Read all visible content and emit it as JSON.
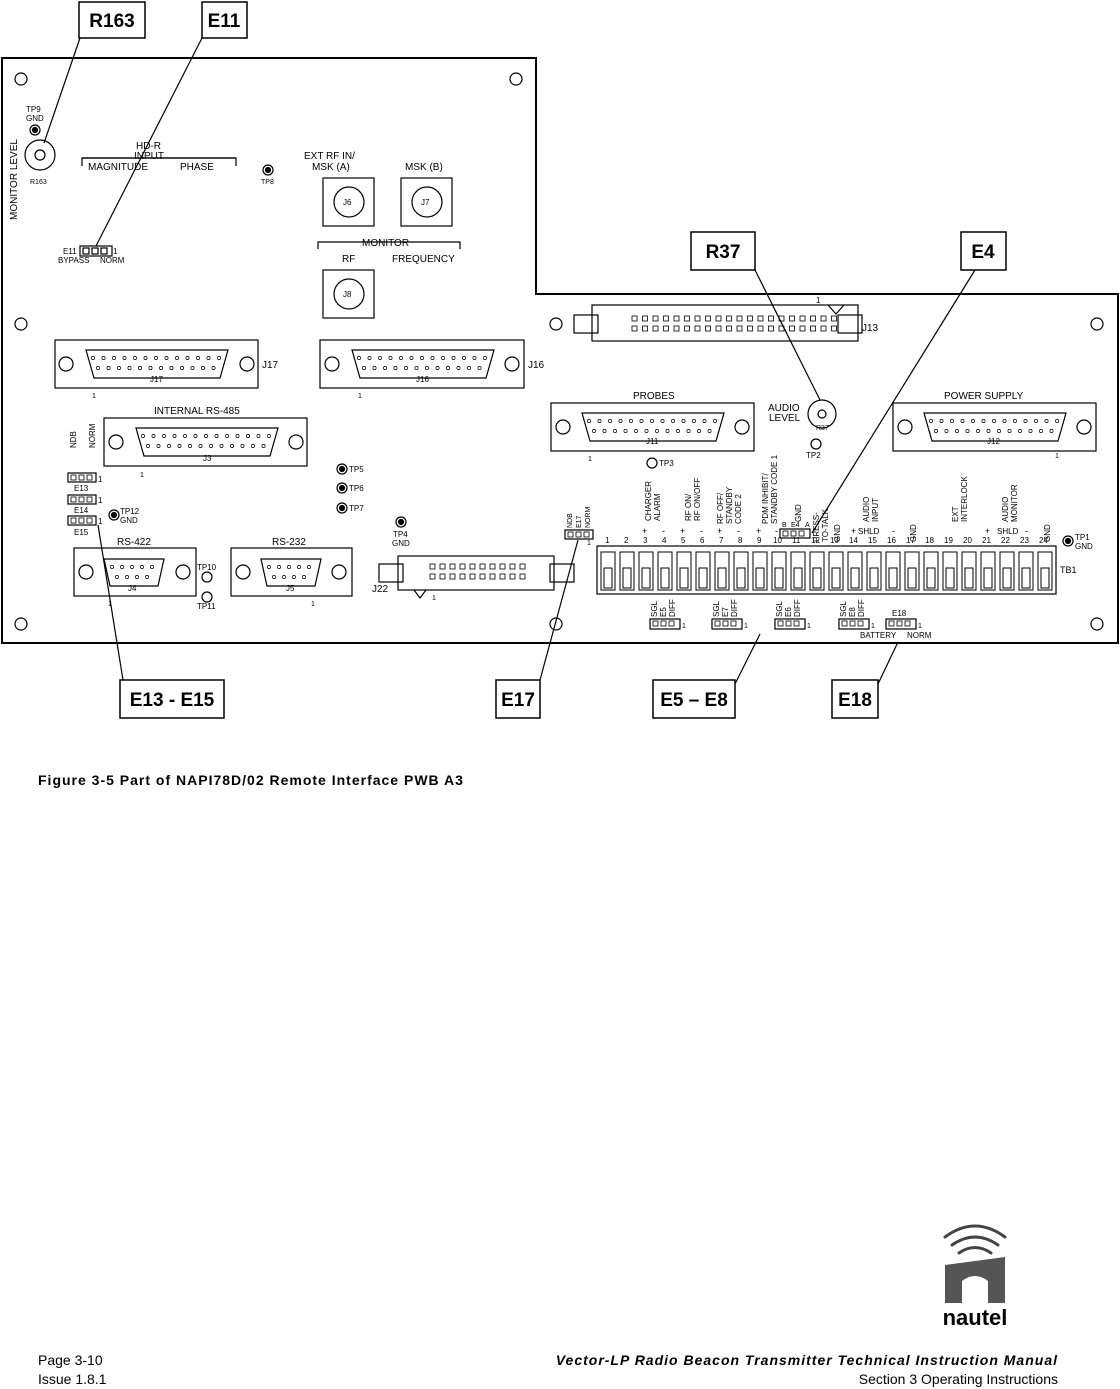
{
  "callouts": {
    "r163": "R163",
    "e11": "E11",
    "r37": "R37",
    "e4": "E4",
    "e13_e15": "E13 - E15",
    "e17": "E17",
    "e5_e8": "E5 – E8",
    "e18": "E18"
  },
  "board": {
    "monitor_level": "MONITOR LEVEL",
    "tp9": "TP9",
    "gnd": "GND",
    "r163": "R163",
    "hdr_input_1": "HD-R",
    "hdr_input_2": "INPUT",
    "magnitude": "MAGNITUDE",
    "phase": "PHASE",
    "tp8": "TP8",
    "ext_rf_1": "EXT RF IN/",
    "ext_rf_2": "MSK (A)",
    "msk_b": "MSK (B)",
    "j6": "J6",
    "j7": "J7",
    "j8": "J8",
    "monitor": "MONITOR",
    "rf": "RF",
    "frequency": "FREQUENCY",
    "e11": "E11",
    "bypass": "BYPASS",
    "norm": "NORM",
    "one": "1",
    "j13": "J13",
    "j17": "J17",
    "j16": "J16",
    "j3": "J3",
    "j4": "J4",
    "j5": "J5",
    "j11": "J11",
    "j12": "J12",
    "j22": "J22",
    "internal_rs485": "INTERNAL RS-485",
    "ndb": "NDB",
    "e13": "E13",
    "e14": "E14",
    "e15": "E15",
    "tp12": "TP12",
    "tp5": "TP5",
    "tp6": "TP6",
    "tp7": "TP7",
    "tp4": "TP4",
    "rs422": "RS-422",
    "rs232": "RS-232",
    "tp10": "TP10",
    "tp11": "TP11",
    "probes": "PROBES",
    "tp3": "TP3",
    "audio_1": "AUDIO",
    "audio_2": "LEVEL",
    "r37": "R37",
    "tp2": "TP2",
    "power_supply": "POWER SUPPLY",
    "e17": "E17",
    "tp1": "TP1",
    "tb1": "TB1",
    "charger_1": "CHARGER",
    "charger_2": "ALARM",
    "rfon_1": "RF ON/",
    "rfon_2": "RF ON/OFF",
    "rfoff_1": "RF OFF/",
    "rfoff_2": "STANDBY",
    "rfoff_3": "CODE 2",
    "pdm_1": "PDM INHIBIT/",
    "pdm_2": "STANDBY CODE 1",
    "ptt_1": "PRESS-",
    "ptt_2": "TO-TALK",
    "audio_in_1": "AUDIO",
    "audio_in_2": "INPUT",
    "ext_1": "EXT",
    "ext_2": "INTERLOCK",
    "audio_mon_1": "AUDIO",
    "audio_mon_2": "MONITOR",
    "shld": "SHLD",
    "plus": "+",
    "minus": "-",
    "b": "B",
    "e4": "E4",
    "a": "A",
    "terminals": [
      "1",
      "2",
      "3",
      "4",
      "5",
      "6",
      "7",
      "8",
      "9",
      "10",
      "11",
      "12",
      "13",
      "14",
      "15",
      "16",
      "17",
      "18",
      "19",
      "20",
      "21",
      "22",
      "23",
      "24"
    ],
    "sgl": "SGL",
    "diff": "DIFF",
    "e5": "E5",
    "e6": "E6",
    "e7": "E7",
    "e8": "E8",
    "e18": "E18",
    "battery": "BATTERY"
  },
  "caption": "Figure 3-5 Part of NAPI78D/02 Remote Interface PWB A3",
  "footer": {
    "page": "Page 3-10",
    "issue": "Issue 1.8.1",
    "manual": "Vector-LP Radio Beacon Transmitter Technical Instruction Manual",
    "section": "Section 3 Operating Instructions"
  },
  "logo_text": "nautel"
}
